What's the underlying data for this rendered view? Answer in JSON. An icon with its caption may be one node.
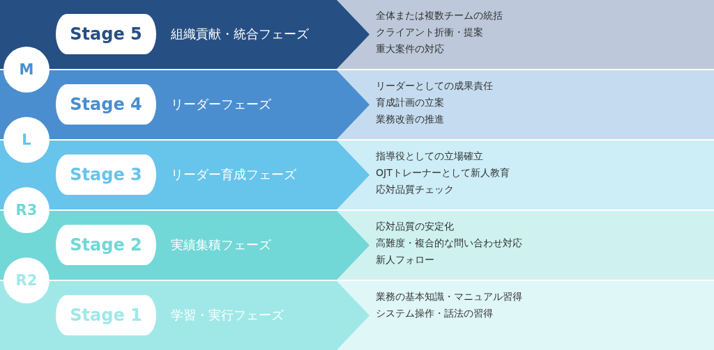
{
  "diagram": {
    "nodes": [
      {
        "text": [
          "組織貢献・統合フェーズ"
        ]
      },
      {
        "text": [
          "Stage 5"
        ],
        "in": 0
      },
      {
        "text": [
          "全体または複数チームの統括",
          "クライアント折衝・提案",
          "重大案件の対応"
        ]
      },
      {
        "text": [
          "M"
        ]
      },
      {
        "text": [
          "リーダーフェーズ"
        ]
      },
      {
        "text": [
          "Stage 4"
        ],
        "in": 4
      },
      {
        "text": [
          "リーダーとしての成果責任",
          "育成計画の立案",
          "業務改善の推進"
        ]
      },
      {
        "text": [
          "L"
        ]
      },
      {
        "text": [
          "リーダー育成フェーズ"
        ]
      },
      {
        "text": [
          "Stage 3"
        ],
        "in": 8
      },
      {
        "text": [
          "指導役としての立場確立",
          "OJTトレーナーとして新人教育",
          "応対品質チェック"
        ]
      },
      {
        "text": [
          "R3"
        ]
      },
      {
        "text": [
          "実績集積フェーズ"
        ]
      },
      {
        "text": [
          "Stage 2"
        ],
        "in": 12
      },
      {
        "text": [
          "応対品質の安定化",
          "高難度・複合的な問い合わせ対応",
          "新人フォロー"
        ]
      },
      {
        "text": [
          "R2"
        ]
      },
      {
        "text": [
          "学習・実行フェーズ"
        ]
      },
      {
        "text": [
          "Stage 1"
        ],
        "in": 16
      },
      {
        "text": [
          "業務の基本知識・マニュアル習得",
          "システム操作・話法の習得"
        ]
      }
    ]
  }
}
